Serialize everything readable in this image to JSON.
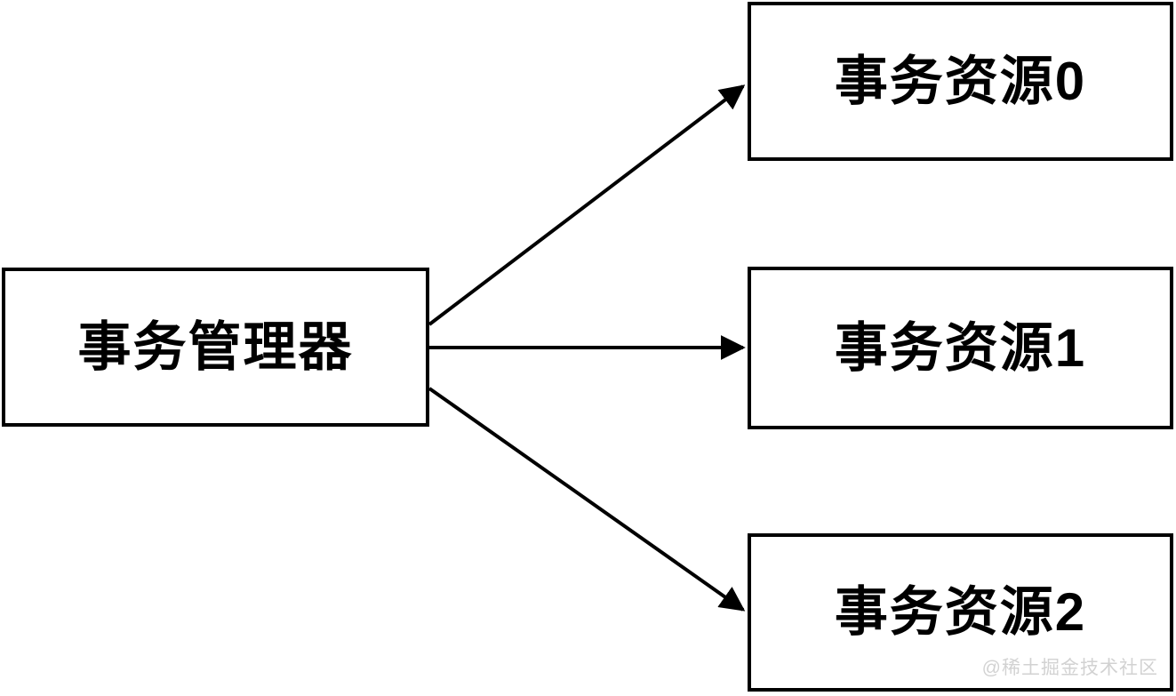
{
  "diagram": {
    "type": "flow-diagram",
    "nodes": [
      {
        "id": "manager",
        "label": "事务管理器"
      },
      {
        "id": "resource0",
        "label": "事务资源0"
      },
      {
        "id": "resource1",
        "label": "事务资源1"
      },
      {
        "id": "resource2",
        "label": "事务资源2"
      }
    ],
    "edges": [
      {
        "from": "manager",
        "to": "resource0",
        "arrow": "end"
      },
      {
        "from": "manager",
        "to": "resource1",
        "arrow": "end"
      },
      {
        "from": "manager",
        "to": "resource2",
        "arrow": "end"
      }
    ],
    "colors": {
      "stroke": "#000000",
      "background": "#ffffff",
      "watermark": "#d2d2d2"
    }
  },
  "watermark": {
    "text": "@稀土掘金技术社区"
  }
}
